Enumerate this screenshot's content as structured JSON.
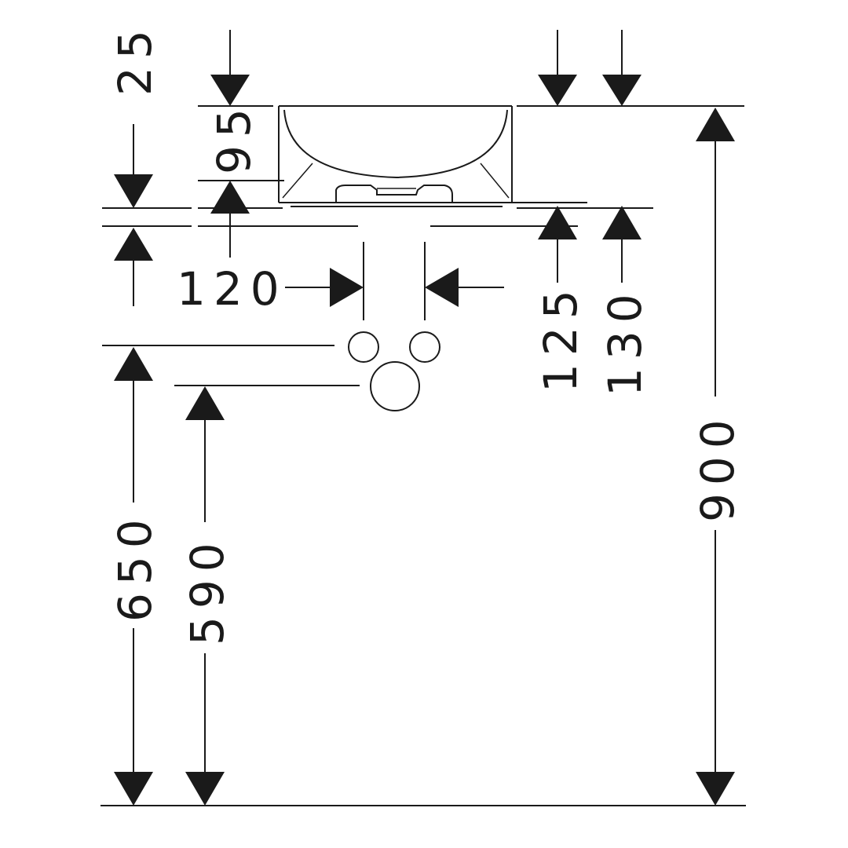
{
  "dimensions": {
    "d25": "25",
    "d95": "95",
    "d120": "120",
    "d125": "125",
    "d130": "130",
    "d650": "650",
    "d590": "590",
    "d900": "900"
  },
  "colors": {
    "line": "#1a1a1a",
    "background": "#ffffff"
  }
}
